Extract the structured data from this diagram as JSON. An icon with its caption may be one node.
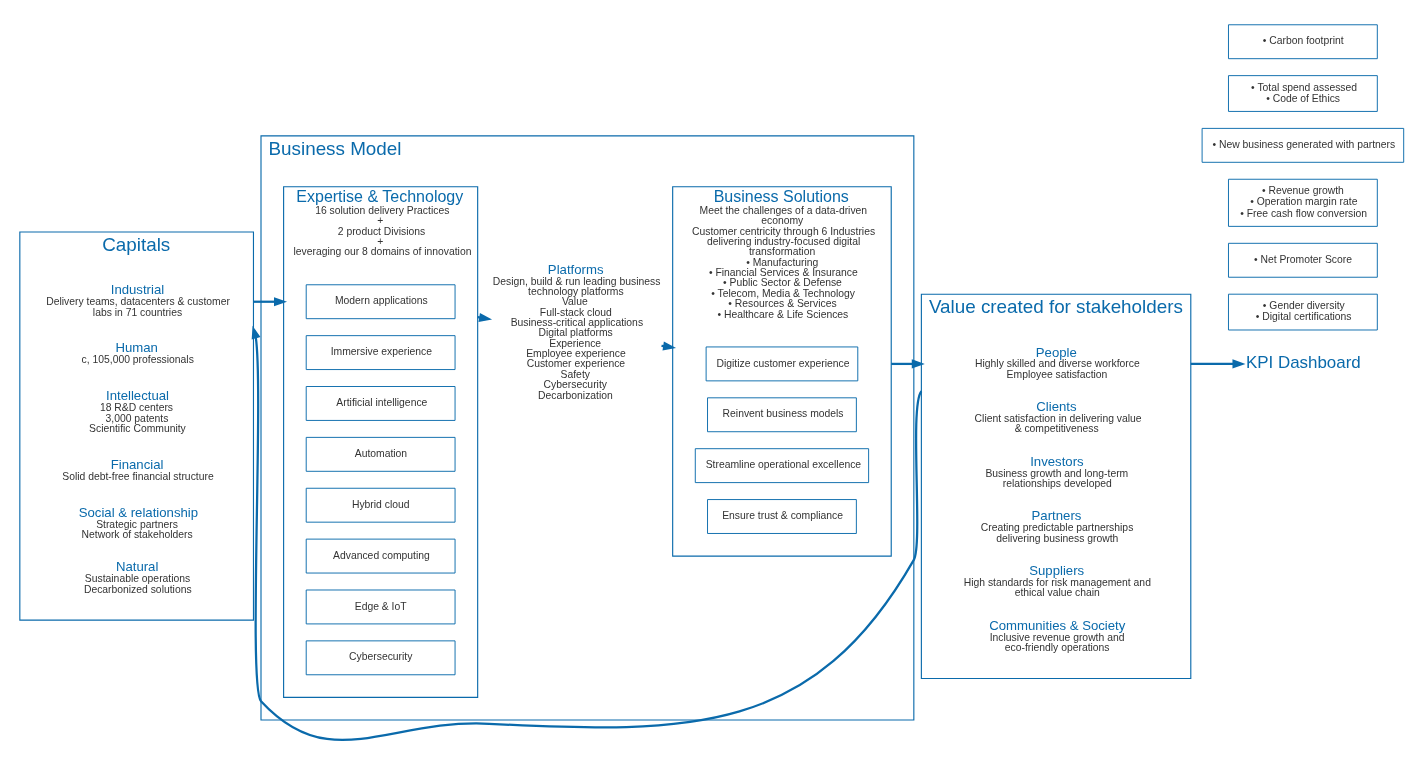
{
  "diagram": {
    "nodes": [
      {
        "text": [
          "Capitals"
        ]
      },
      {
        "text": [
          "Industrial",
          "Delivery teams, datacenters & customer labs in 71 countries"
        ],
        "in": 0
      },
      {
        "text": [
          "Human",
          "c, 105,000 professionals"
        ],
        "in": 0
      },
      {
        "text": [
          "Intellectual",
          "18 R&D centers",
          "3,000 patents",
          "Scientific Community"
        ],
        "in": 0
      },
      {
        "text": [
          "Financial",
          "Solid debt-free financial structure"
        ],
        "in": 0
      },
      {
        "text": [
          "Social & relationship",
          "Strategic partners",
          "Network of stakeholders"
        ],
        "in": 0
      },
      {
        "text": [
          "Natural",
          "Sustainable operations",
          "Decarbonized solutions"
        ],
        "in": 0
      },
      {
        "text": [
          "Business Model"
        ]
      },
      {
        "text": [
          "Expertise & Technology",
          "16 solution delivery Practices",
          "+",
          "2 product Divisions",
          "+",
          "leveraging our 8 domains of innovation"
        ],
        "in": 7
      },
      {
        "text": [
          "Modern applications"
        ],
        "in": 8
      },
      {
        "text": [
          "Immersive experience"
        ],
        "in": 8
      },
      {
        "text": [
          "Artificial intelligence"
        ],
        "in": 8
      },
      {
        "text": [
          "Automation"
        ],
        "in": 8
      },
      {
        "text": [
          "Hybrid cloud"
        ],
        "in": 8
      },
      {
        "text": [
          "Advanced computing"
        ],
        "in": 8
      },
      {
        "text": [
          "Edge & IoT"
        ],
        "in": 8
      },
      {
        "text": [
          "Cybersecurity"
        ],
        "in": 8
      },
      {
        "text": [
          "Platforms",
          "Design, build & run leading business technology platforms",
          "Value",
          "Full-stack cloud",
          "Business-critical applications",
          "Digital platforms",
          "Experience",
          "Employee experience",
          "Customer experience",
          "Safety",
          "Cybersecurity",
          "Decarbonization"
        ],
        "in": 7
      },
      {
        "text": [
          "Business Solutions",
          "Meet the challenges of a data-driven economy",
          "Customer centricity through 6 Industries delivering industry-focused digital transformation",
          "• Manufacturing",
          "• Financial Services & Insurance",
          "• Public Sector & Defense",
          "• Telecom, Media & Technology",
          "• Resources & Services",
          "• Healthcare & Life Sciences"
        ],
        "in": 7
      },
      {
        "text": [
          "Digitize customer experience"
        ],
        "in": 18
      },
      {
        "text": [
          "Reinvent business models"
        ],
        "in": 18
      },
      {
        "text": [
          "Streamline operational excellence"
        ],
        "in": 18
      },
      {
        "text": [
          "Ensure trust & compliance"
        ],
        "in": 18
      },
      {
        "text": [
          "Value created for stakeholders"
        ]
      },
      {
        "text": [
          "People",
          "Highly skilled and diverse workforce",
          "Employee satisfaction"
        ],
        "in": 23
      },
      {
        "text": [
          "Clients",
          "Client satisfaction in delivering value & competitiveness"
        ],
        "in": 23
      },
      {
        "text": [
          "Investors",
          "Business growth and long-term relationships developed"
        ],
        "in": 23
      },
      {
        "text": [
          "Partners",
          "Creating predictable partnerships delivering business growth"
        ],
        "in": 23
      },
      {
        "text": [
          "Suppliers",
          "High standards for risk management and ethical value chain"
        ],
        "in": 23
      },
      {
        "text": [
          "Communities & Society",
          "Inclusive revenue growth and eco-friendly operations"
        ],
        "in": 23
      },
      {
        "text": [
          "KPI Dashboard"
        ]
      },
      {
        "text": [
          "• Gender diversity",
          "• Digital certifications"
        ]
      },
      {
        "text": [
          "• Net Promoter Score"
        ]
      },
      {
        "text": [
          "• Revenue growth",
          "• Operation margin rate",
          "• Free cash flow conversion"
        ]
      },
      {
        "text": [
          "• New business generated with partners"
        ]
      },
      {
        "text": [
          "• Total spend assessed",
          "• Code of Ethics"
        ]
      },
      {
        "text": [
          "• Carbon footprint"
        ]
      }
    ],
    "edges": [
      {
        "from": 0,
        "to": 8,
        "arrow": "to"
      },
      {
        "from": 8,
        "to": 17,
        "arrow": "to"
      },
      {
        "from": 17,
        "to": 18,
        "arrow": "to"
      },
      {
        "from": 18,
        "to": 23,
        "arrow": "to"
      },
      {
        "from": 23,
        "to": 30,
        "arrow": "to"
      },
      {
        "from": 23,
        "to": 0,
        "arrow": "to"
      }
    ]
  }
}
